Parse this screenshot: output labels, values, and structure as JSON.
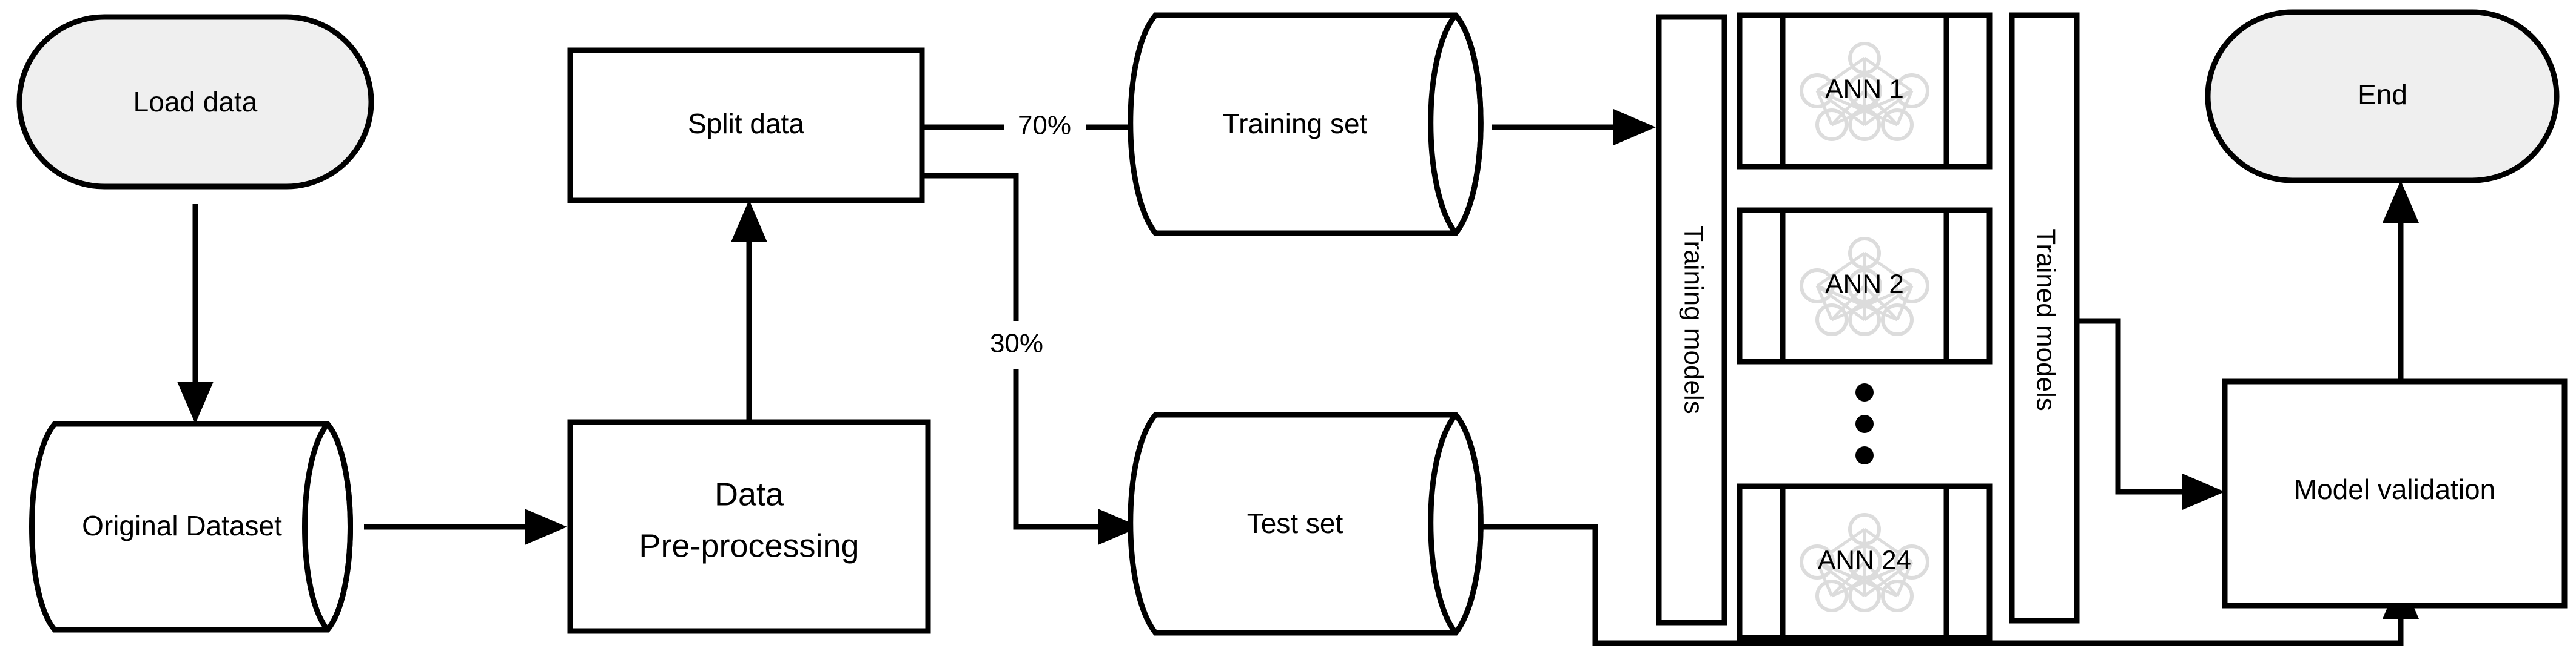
{
  "diagram": {
    "title": "ANN training and validation workflow flowchart",
    "colors": {
      "stroke": "#000000",
      "terminal_fill": "#efefef",
      "shape_fill": "#ffffff",
      "watermark": "#dcdcdc",
      "background": "#ffffff"
    },
    "nodes": {
      "load_data": {
        "label": "Load data",
        "shape": "terminal"
      },
      "original_dataset": {
        "label": "Original Dataset",
        "shape": "database-cylinder"
      },
      "data_preprocessing": {
        "label_line1": "Data",
        "label_line2": "Pre-processing",
        "shape": "process"
      },
      "split_data": {
        "label": "Split data",
        "shape": "process"
      },
      "training_set": {
        "label": "Training set",
        "shape": "database-cylinder"
      },
      "test_set": {
        "label": "Test set",
        "shape": "database-cylinder"
      },
      "training_models": {
        "label": "Training models",
        "shape": "vertical-bar"
      },
      "trained_models": {
        "label": "Trained models",
        "shape": "vertical-bar"
      },
      "model_validation": {
        "label": "Model validation",
        "shape": "process"
      },
      "end": {
        "label": "End",
        "shape": "terminal"
      }
    },
    "ann_models": [
      {
        "label": "ANN 1"
      },
      {
        "label": "ANN 2"
      },
      {
        "label": "ANN 24"
      }
    ],
    "ann_ellipsis": "⋮",
    "edges": [
      {
        "from": "load_data",
        "to": "original_dataset",
        "label": ""
      },
      {
        "from": "original_dataset",
        "to": "data_preprocessing",
        "label": ""
      },
      {
        "from": "data_preprocessing",
        "to": "split_data",
        "label": ""
      },
      {
        "from": "split_data",
        "to": "training_set",
        "label": "70%"
      },
      {
        "from": "split_data",
        "to": "test_set",
        "label": "30%"
      },
      {
        "from": "training_set",
        "to": "training_models",
        "label": ""
      },
      {
        "from": "trained_models",
        "to": "model_validation",
        "label": ""
      },
      {
        "from": "test_set",
        "to": "model_validation",
        "label": ""
      },
      {
        "from": "model_validation",
        "to": "end",
        "label": ""
      }
    ],
    "edge_labels": {
      "train_split": "70%",
      "test_split": "30%"
    }
  }
}
